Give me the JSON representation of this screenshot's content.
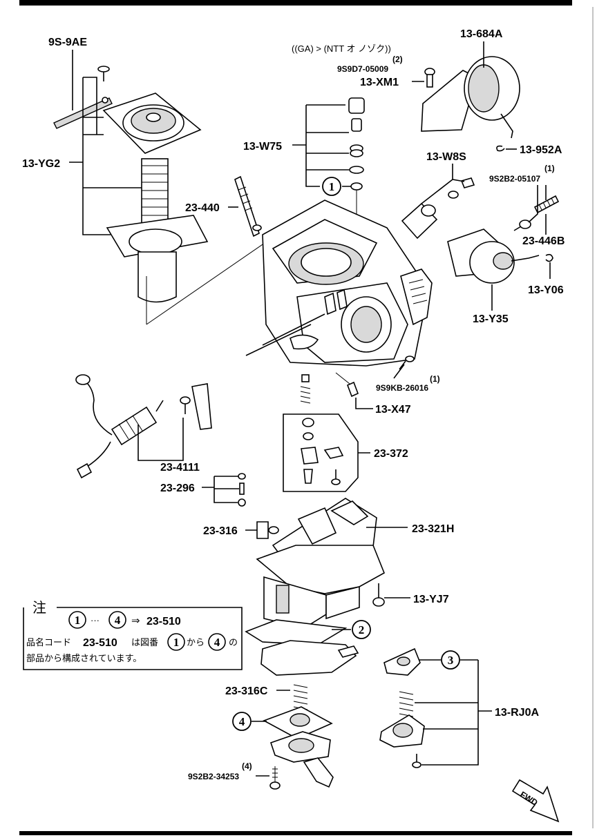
{
  "header_note": "((GA) > (NTT オ ノゾク))",
  "labels": {
    "l_9s9ae": "9S-9AE",
    "l_13yg2": "13-YG2",
    "l_23440": "23-440",
    "l_13w75": "13-W75",
    "l_13xm1": "13-XM1",
    "l_9s9d7": "9S9D7-05009",
    "l_9s9d7_qty": "(2)",
    "l_13684a": "13-684A",
    "l_13952a": "13-952A",
    "l_13w8s": "13-W8S",
    "l_9s2b2_05107": "9S2B2-05107",
    "l_9s2b2_05107_qty": "(1)",
    "l_23446b": "23-446B",
    "l_13y06": "13-Y06",
    "l_13y35": "13-Y35",
    "l_9s9kb": "9S9KB-26016",
    "l_9s9kb_qty": "(1)",
    "l_13x47": "13-X47",
    "l_23372": "23-372",
    "l_234111": "23-4111",
    "l_23296": "23-296",
    "l_23316": "23-316",
    "l_23321h": "23-321H",
    "l_13yj7": "13-YJ7",
    "l_23316c": "23-316C",
    "l_13rj0a": "13-RJ0A",
    "l_9s2b2_34253": "9S2B2-34253",
    "l_9s2b2_34253_qty": "(4)"
  },
  "circled": {
    "c1": "1",
    "c2": "2",
    "c3": "3",
    "c4": "4"
  },
  "note_box": {
    "heading": "注",
    "range_from": "1",
    "ellipsis": "···",
    "range_to": "4",
    "arrow": "⇒",
    "target": "23-510",
    "line2_pre": "品名コード",
    "line2_code": "23-510",
    "line2_mid": "は図番",
    "line2_from": "1",
    "line2_kara": "から",
    "line2_to": "4",
    "line2_no": "の",
    "line3": "部品から構成されています。"
  },
  "fwd_label": "FWD"
}
